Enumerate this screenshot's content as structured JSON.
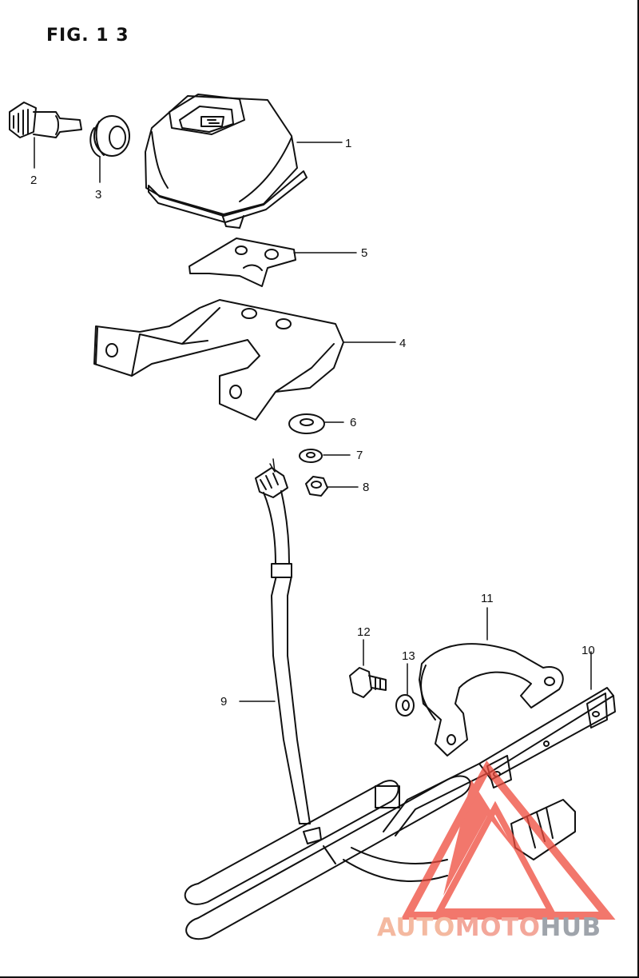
{
  "figure": {
    "title": "FIG. 1 3"
  },
  "callouts": {
    "p1": "1",
    "p2": "2",
    "p3": "3",
    "p4": "4",
    "p5": "5",
    "p6": "6",
    "p7": "7",
    "p8": "8",
    "p9": "9",
    "p10": "10",
    "p11": "11",
    "p12": "12",
    "p13": "13"
  },
  "watermark": {
    "part_a": "AUTO",
    "part_b": "MOTO",
    "part_c": "HUB"
  },
  "colors": {
    "line": "#111111",
    "watermark_red": "#ee4a3c",
    "watermark_orange": "#f4b9a0",
    "watermark_gray": "#9fa4ab"
  }
}
